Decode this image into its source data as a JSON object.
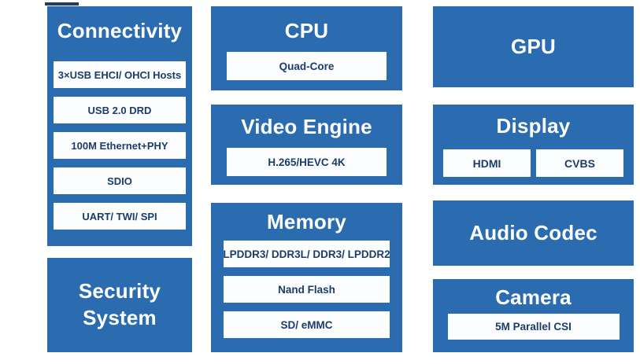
{
  "colors": {
    "block_blue": "#2b6cb1",
    "chip_bg": "#fbfdfe",
    "chip_text": "#1b3c6d",
    "title_text": "#ffffff",
    "artifact": "#1f3b66",
    "page_bg": "#ffffff"
  },
  "blocks": {
    "connectivity": {
      "title": "Connectivity",
      "items": [
        "3×USB EHCI/ OHCI Hosts",
        "USB 2.0 DRD",
        "100M Ethernet+PHY",
        "SDIO",
        "UART/ TWI/ SPI"
      ]
    },
    "security": {
      "title": "Security\nSystem"
    },
    "cpu": {
      "title": "CPU",
      "items": [
        "Quad-Core"
      ]
    },
    "video_engine": {
      "title": "Video Engine",
      "items": [
        "H.265/HEVC 4K"
      ]
    },
    "memory": {
      "title": "Memory",
      "items": [
        "LPDDR3/ DDR3L/ DDR3/ LPDDR2",
        "Nand Flash",
        "SD/ eMMC"
      ]
    },
    "gpu": {
      "title": "GPU"
    },
    "display": {
      "title": "Display",
      "items": [
        "HDMI",
        "CVBS"
      ]
    },
    "audio_codec": {
      "title": "Audio Codec"
    },
    "camera": {
      "title": "Camera",
      "items": [
        "5M Parallel CSI"
      ]
    }
  }
}
